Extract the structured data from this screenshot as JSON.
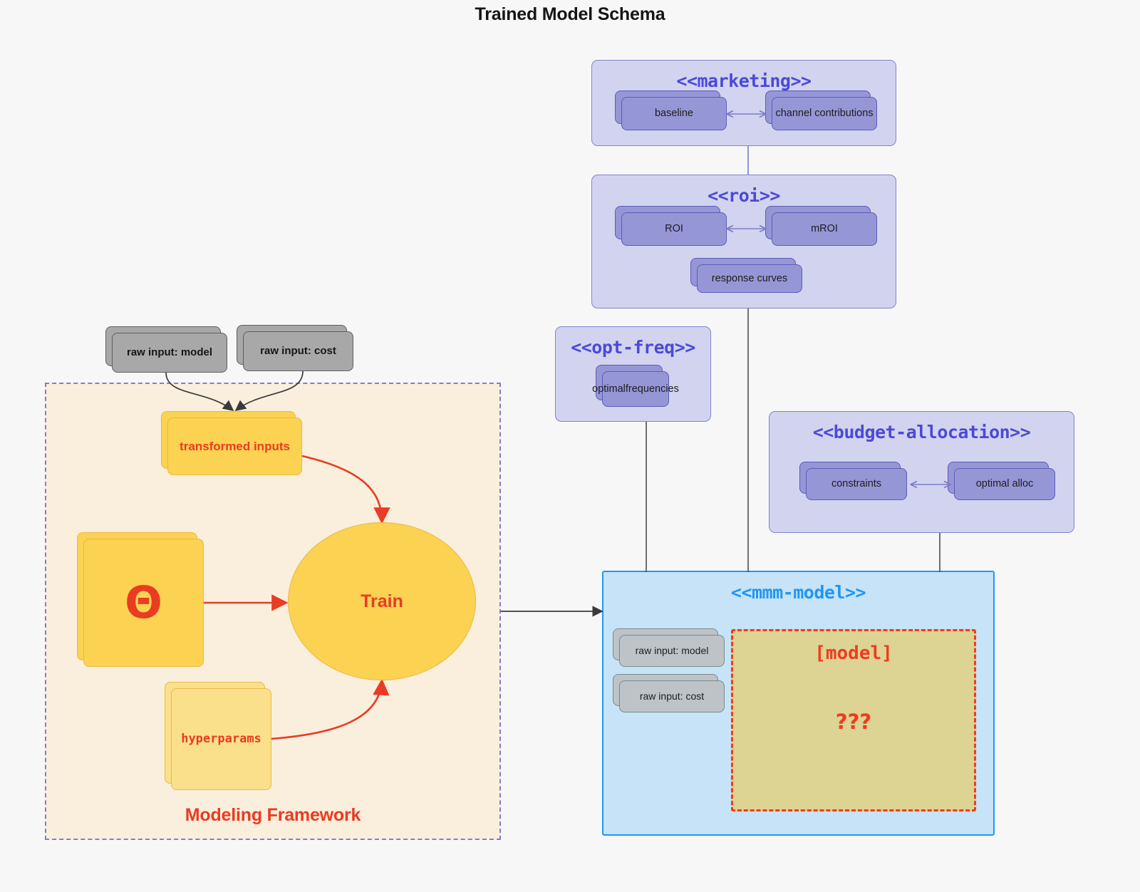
{
  "title": "Trained Model Schema",
  "packages": {
    "marketing": {
      "title": "<<marketing>>",
      "nodes": [
        {
          "label": "baseline"
        },
        {
          "label": "channel contributions"
        }
      ]
    },
    "roi": {
      "title": "<<roi>>",
      "nodes": [
        {
          "label": "ROI"
        },
        {
          "label": "mROI"
        },
        {
          "label": "response curves"
        }
      ]
    },
    "opt_freq": {
      "title": "<<opt-freq>>",
      "nodes": [
        {
          "label": "optimal\nfrequencies",
          "line1": "optimal",
          "line2": "frequencies"
        }
      ]
    },
    "budget_allocation": {
      "title": "<<budget-allocation>>",
      "nodes": [
        {
          "label": "constraints"
        },
        {
          "label": "optimal alloc"
        }
      ]
    },
    "mmm_model": {
      "title": "<<mmm-model>>",
      "nodes": [
        {
          "label": "raw input: model"
        },
        {
          "label": "raw input: cost"
        }
      ],
      "model_region": {
        "label": "[model]",
        "question": "???"
      }
    }
  },
  "modeling_framework": {
    "label": "Modeling Framework",
    "raw_inputs": [
      {
        "label": "raw input: model"
      },
      {
        "label": "raw input: cost"
      }
    ],
    "transformed_inputs": {
      "label": "transformed inputs"
    },
    "theta": {
      "label": "Θ"
    },
    "hyperparams": {
      "label": "hyperparams"
    },
    "train": {
      "label": "Train"
    }
  },
  "colors": {
    "background": "#f7f7f7",
    "package_fill": "#d2d3ef",
    "package_stroke": "#8184cd",
    "package_title": "#4a4ad6",
    "node_fill": "#9596d6",
    "node_stroke": "#5b5cbb",
    "grey_fill": "#a8a8a8",
    "grey_light_fill": "#bdc3c7",
    "yellow_fill": "#fbd252",
    "yellow_stroke": "#e9b949",
    "accent_red": "#ea3b23",
    "model_region_fill": "#ddd393",
    "model_region_stroke": "#f03b20",
    "blue_package_fill": "#c6e3f7",
    "blue_package_stroke": "#2196f3",
    "frame_fill": "#faefdc",
    "frame_stroke": "#7d80c8",
    "edge_grey": "#4d4d4d",
    "edge_purple": "#7b7cc9"
  }
}
